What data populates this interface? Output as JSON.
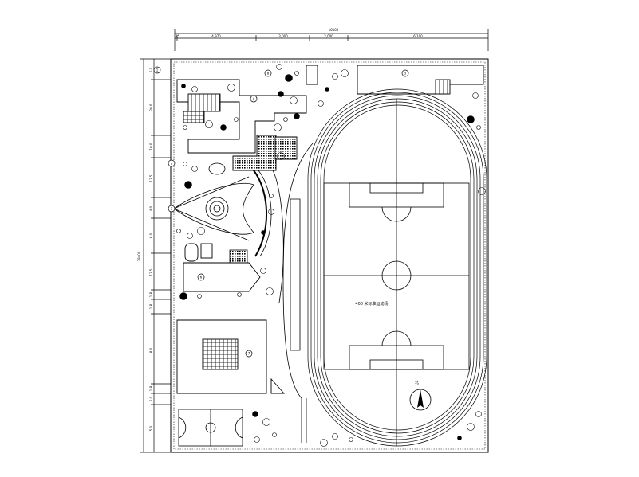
{
  "drawing": {
    "type": "campus site plan",
    "total_width_dim": "16100",
    "total_height_dim": "29400",
    "top_dims": [
      "25",
      "4,970",
      "3,000",
      "2,000",
      "6,100"
    ],
    "left_dims": [
      "6.0",
      "20.0",
      "10.0",
      "12.5",
      "4.0",
      "8.0",
      "12.5",
      "1.8",
      "1.8",
      "8.0",
      "1.8",
      "6.0",
      "5.0"
    ],
    "field_label": "400 米标准运动场",
    "circle_markers": [
      "1",
      "2",
      "3",
      "4",
      "5",
      "6",
      "7",
      "8"
    ],
    "north_label": "北"
  }
}
